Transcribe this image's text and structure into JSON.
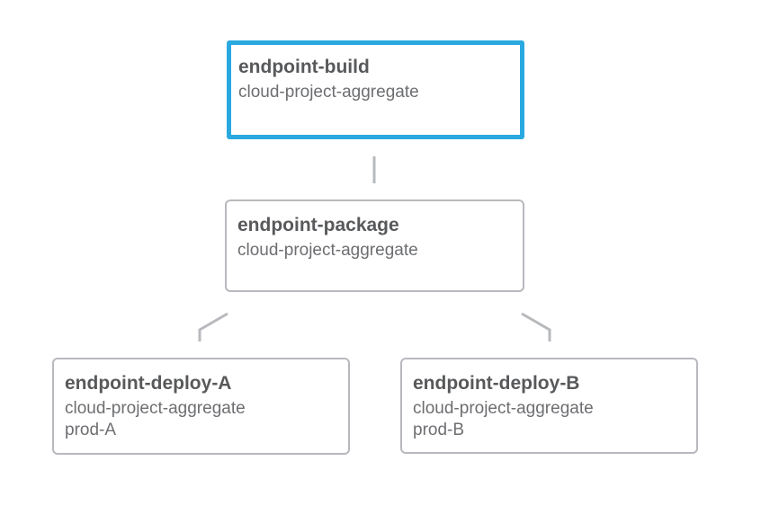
{
  "diagram": {
    "nodes": [
      {
        "id": "endpoint-build",
        "title": "endpoint-build",
        "project": "cloud-project-aggregate",
        "selected": true
      },
      {
        "id": "endpoint-package",
        "title": "endpoint-package",
        "project": "cloud-project-aggregate",
        "selected": false
      },
      {
        "id": "endpoint-deploy-A",
        "title": "endpoint-deploy-A",
        "project": "cloud-project-aggregate",
        "env": "prod-A",
        "selected": false
      },
      {
        "id": "endpoint-deploy-B",
        "title": "endpoint-deploy-B",
        "project": "cloud-project-aggregate",
        "env": "prod-B",
        "selected": false
      }
    ],
    "edges": [
      {
        "from": "endpoint-build",
        "to": "endpoint-package"
      },
      {
        "from": "endpoint-package",
        "to": "endpoint-deploy-A"
      },
      {
        "from": "endpoint-package",
        "to": "endpoint-deploy-B"
      }
    ],
    "colors": {
      "selected_border": "#2aa9e1",
      "node_border": "#b7b9bd",
      "connector": "#b7b9bd",
      "title_text": "#58595b",
      "subtitle_text": "#6d6e71",
      "background": "#ffffff"
    }
  }
}
